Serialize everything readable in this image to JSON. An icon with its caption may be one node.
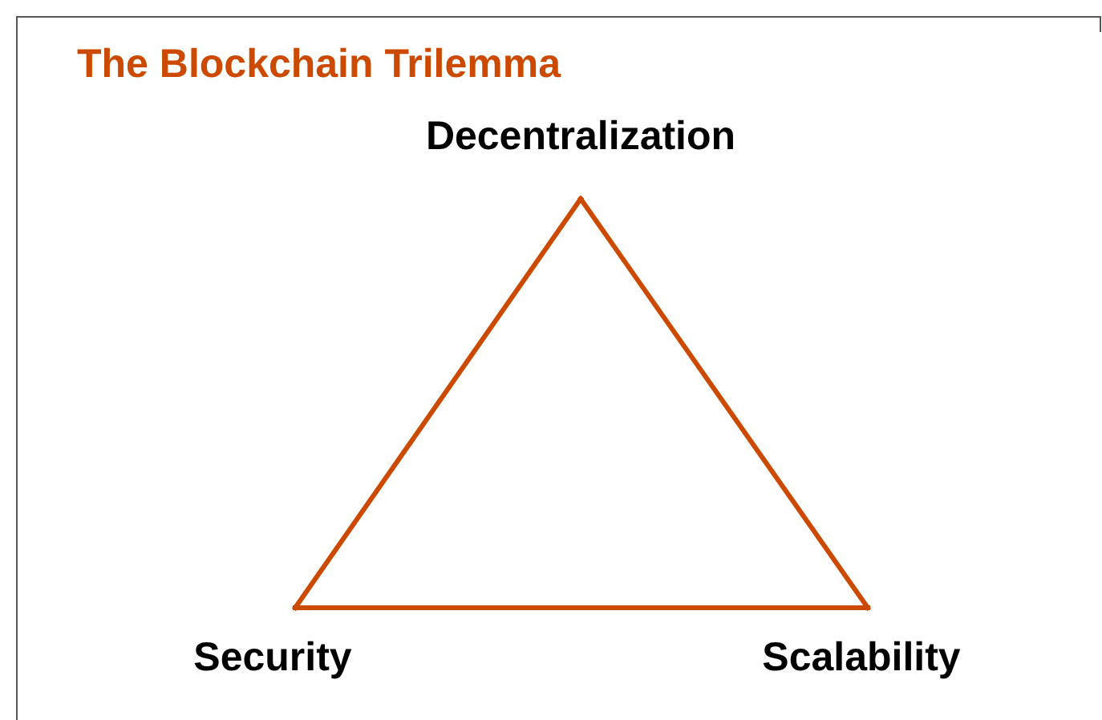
{
  "diagram": {
    "title": "The Blockchain Trilemma",
    "nodes": [
      {
        "text": [
          "Decentralization"
        ]
      },
      {
        "text": [
          "Security"
        ]
      },
      {
        "text": [
          "Scalability"
        ]
      }
    ],
    "edges": [
      {
        "from": 0,
        "to": 1,
        "arrow": "none"
      },
      {
        "from": 1,
        "to": 2,
        "arrow": "none"
      },
      {
        "from": 2,
        "to": 0,
        "arrow": "none"
      }
    ]
  }
}
